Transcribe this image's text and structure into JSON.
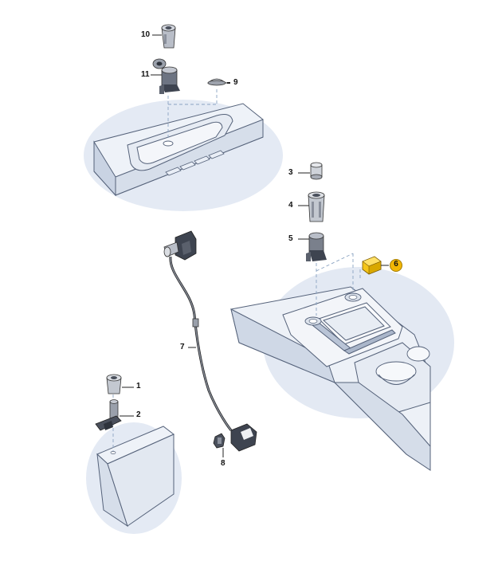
{
  "callouts": [
    {
      "id": "1",
      "label": "1",
      "highlighted": false
    },
    {
      "id": "2",
      "label": "2",
      "highlighted": false
    },
    {
      "id": "3",
      "label": "3",
      "highlighted": false
    },
    {
      "id": "4",
      "label": "4",
      "highlighted": false
    },
    {
      "id": "5",
      "label": "5",
      "highlighted": false
    },
    {
      "id": "6",
      "label": "6",
      "highlighted": true
    },
    {
      "id": "7",
      "label": "7",
      "highlighted": false
    },
    {
      "id": "8",
      "label": "8",
      "highlighted": false
    },
    {
      "id": "9",
      "label": "9",
      "highlighted": false
    },
    {
      "id": "10",
      "label": "10",
      "highlighted": false
    },
    {
      "id": "11",
      "label": "11",
      "highlighted": false
    }
  ],
  "colors": {
    "highlight_badge": "#f2b705",
    "highlighted_part": "#f5c518",
    "panel_blue": "#dfe6f2",
    "part_gray": "#6d7482"
  }
}
